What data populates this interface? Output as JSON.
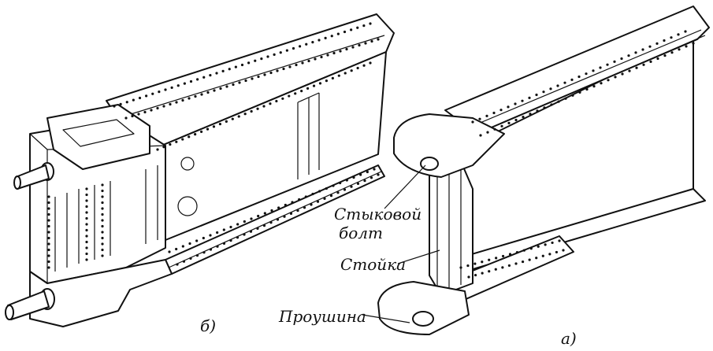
{
  "labels": {
    "joint_bolt": "Стыковой болт",
    "joint_bolt_line1": "Стыковой",
    "joint_bolt_line2": "болт",
    "post": "Стойка",
    "lug": "Проушина",
    "view_b": "б)",
    "view_a": "а)"
  },
  "colors": {
    "ink": "#111111",
    "background": "#ffffff"
  }
}
